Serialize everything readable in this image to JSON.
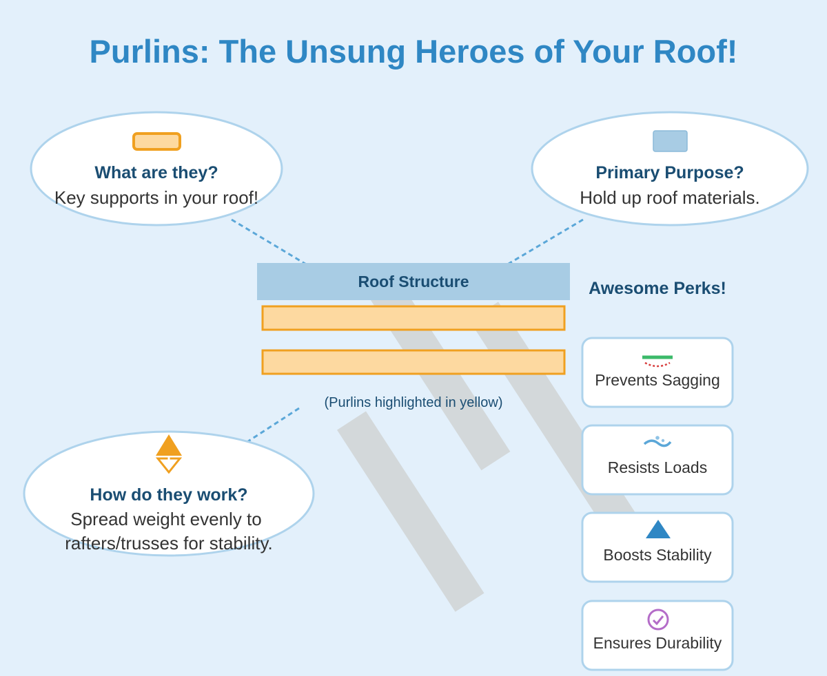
{
  "title": "Purlins: The Unsung Heroes of Your Roof!",
  "colors": {
    "background": "#e3f0fb",
    "title": "#2f87c4",
    "heading": "#1a4d72",
    "purlin_fill": "#fdd9a0",
    "purlin_stroke": "#f0a020",
    "roof_fill": "#a8cce4",
    "bubble_stroke": "#aed3ec",
    "rafter": "#d3d8da"
  },
  "callouts": {
    "what": {
      "heading": "What are they?",
      "body": "Key supports in your roof!",
      "icon": "purlin-bar-icon"
    },
    "purpose": {
      "heading": "Primary Purpose?",
      "body": "Hold up roof materials.",
      "icon": "roof-panel-icon"
    },
    "how": {
      "heading": "How do they work?",
      "body_line1": "Spread weight evenly to",
      "body_line2": "rafters/trusses for stability.",
      "icon": "load-spread-icon"
    }
  },
  "roof": {
    "label": "Roof Structure",
    "note": "(Purlins highlighted in yellow)"
  },
  "perks": {
    "heading": "Awesome Perks!",
    "items": [
      {
        "label": "Prevents Sagging",
        "icon": "sag-line-icon"
      },
      {
        "label": "Resists Loads",
        "icon": "wave-icon"
      },
      {
        "label": "Boosts Stability",
        "icon": "triangle-icon"
      },
      {
        "label": "Ensures Durability",
        "icon": "check-circle-icon"
      }
    ]
  }
}
